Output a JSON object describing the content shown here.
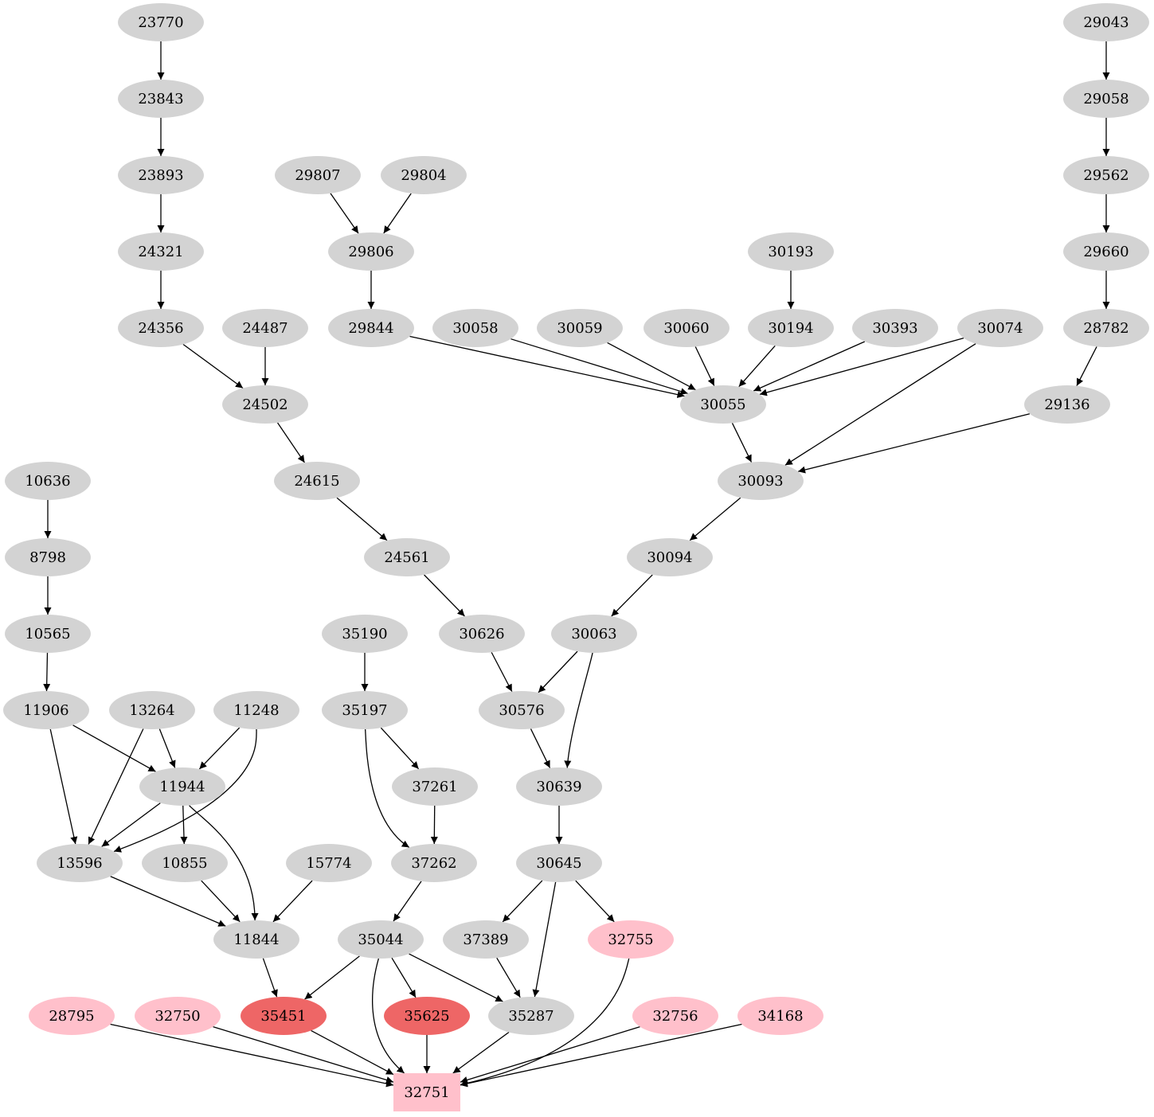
{
  "graph": {
    "type": "directed-graph",
    "colors": {
      "default": "#d3d3d3",
      "pink": "#ffc0cb",
      "red": "#ee6666",
      "edge": "#000000",
      "text": "#000000"
    },
    "nodes": [
      {
        "id": "23770",
        "label": "23770",
        "style": "default",
        "shape": "ellipse"
      },
      {
        "id": "23843",
        "label": "23843",
        "style": "default",
        "shape": "ellipse"
      },
      {
        "id": "23893",
        "label": "23893",
        "style": "default",
        "shape": "ellipse"
      },
      {
        "id": "24321",
        "label": "24321",
        "style": "default",
        "shape": "ellipse"
      },
      {
        "id": "24356",
        "label": "24356",
        "style": "default",
        "shape": "ellipse"
      },
      {
        "id": "24487",
        "label": "24487",
        "style": "default",
        "shape": "ellipse"
      },
      {
        "id": "24502",
        "label": "24502",
        "style": "default",
        "shape": "ellipse"
      },
      {
        "id": "24615",
        "label": "24615",
        "style": "default",
        "shape": "ellipse"
      },
      {
        "id": "24561",
        "label": "24561",
        "style": "default",
        "shape": "ellipse"
      },
      {
        "id": "29807",
        "label": "29807",
        "style": "default",
        "shape": "ellipse"
      },
      {
        "id": "29804",
        "label": "29804",
        "style": "default",
        "shape": "ellipse"
      },
      {
        "id": "29806",
        "label": "29806",
        "style": "default",
        "shape": "ellipse"
      },
      {
        "id": "29844",
        "label": "29844",
        "style": "default",
        "shape": "ellipse"
      },
      {
        "id": "30058",
        "label": "30058",
        "style": "default",
        "shape": "ellipse"
      },
      {
        "id": "30059",
        "label": "30059",
        "style": "default",
        "shape": "ellipse"
      },
      {
        "id": "30060",
        "label": "30060",
        "style": "default",
        "shape": "ellipse"
      },
      {
        "id": "30193",
        "label": "30193",
        "style": "default",
        "shape": "ellipse"
      },
      {
        "id": "30194",
        "label": "30194",
        "style": "default",
        "shape": "ellipse"
      },
      {
        "id": "30393",
        "label": "30393",
        "style": "default",
        "shape": "ellipse"
      },
      {
        "id": "30074",
        "label": "30074",
        "style": "default",
        "shape": "ellipse"
      },
      {
        "id": "30055",
        "label": "30055",
        "style": "default",
        "shape": "ellipse"
      },
      {
        "id": "29043",
        "label": "29043",
        "style": "default",
        "shape": "ellipse"
      },
      {
        "id": "29058",
        "label": "29058",
        "style": "default",
        "shape": "ellipse"
      },
      {
        "id": "29562",
        "label": "29562",
        "style": "default",
        "shape": "ellipse"
      },
      {
        "id": "29660",
        "label": "29660",
        "style": "default",
        "shape": "ellipse"
      },
      {
        "id": "28782",
        "label": "28782",
        "style": "default",
        "shape": "ellipse"
      },
      {
        "id": "29136",
        "label": "29136",
        "style": "default",
        "shape": "ellipse"
      },
      {
        "id": "30093",
        "label": "30093",
        "style": "default",
        "shape": "ellipse"
      },
      {
        "id": "30094",
        "label": "30094",
        "style": "default",
        "shape": "ellipse"
      },
      {
        "id": "30063",
        "label": "30063",
        "style": "default",
        "shape": "ellipse"
      },
      {
        "id": "30626",
        "label": "30626",
        "style": "default",
        "shape": "ellipse"
      },
      {
        "id": "30576",
        "label": "30576",
        "style": "default",
        "shape": "ellipse"
      },
      {
        "id": "30639",
        "label": "30639",
        "style": "default",
        "shape": "ellipse"
      },
      {
        "id": "30645",
        "label": "30645",
        "style": "default",
        "shape": "ellipse"
      },
      {
        "id": "10636",
        "label": "10636",
        "style": "default",
        "shape": "ellipse"
      },
      {
        "id": "8798",
        "label": "8798",
        "style": "default",
        "shape": "ellipse"
      },
      {
        "id": "10565",
        "label": "10565",
        "style": "default",
        "shape": "ellipse"
      },
      {
        "id": "11906",
        "label": "11906",
        "style": "default",
        "shape": "ellipse"
      },
      {
        "id": "13264",
        "label": "13264",
        "style": "default",
        "shape": "ellipse"
      },
      {
        "id": "11248",
        "label": "11248",
        "style": "default",
        "shape": "ellipse"
      },
      {
        "id": "11944",
        "label": "11944",
        "style": "default",
        "shape": "ellipse"
      },
      {
        "id": "13596",
        "label": "13596",
        "style": "default",
        "shape": "ellipse"
      },
      {
        "id": "10855",
        "label": "10855",
        "style": "default",
        "shape": "ellipse"
      },
      {
        "id": "15774",
        "label": "15774",
        "style": "default",
        "shape": "ellipse"
      },
      {
        "id": "11844",
        "label": "11844",
        "style": "default",
        "shape": "ellipse"
      },
      {
        "id": "35190",
        "label": "35190",
        "style": "default",
        "shape": "ellipse"
      },
      {
        "id": "35197",
        "label": "35197",
        "style": "default",
        "shape": "ellipse"
      },
      {
        "id": "37261",
        "label": "37261",
        "style": "default",
        "shape": "ellipse"
      },
      {
        "id": "37262",
        "label": "37262",
        "style": "default",
        "shape": "ellipse"
      },
      {
        "id": "35044",
        "label": "35044",
        "style": "default",
        "shape": "ellipse"
      },
      {
        "id": "37389",
        "label": "37389",
        "style": "default",
        "shape": "ellipse"
      },
      {
        "id": "32755",
        "label": "32755",
        "style": "pink",
        "shape": "ellipse"
      },
      {
        "id": "28795",
        "label": "28795",
        "style": "pink",
        "shape": "ellipse"
      },
      {
        "id": "32750",
        "label": "32750",
        "style": "pink",
        "shape": "ellipse"
      },
      {
        "id": "35451",
        "label": "35451",
        "style": "red",
        "shape": "ellipse"
      },
      {
        "id": "35625",
        "label": "35625",
        "style": "red",
        "shape": "ellipse"
      },
      {
        "id": "35287",
        "label": "35287",
        "style": "default",
        "shape": "ellipse"
      },
      {
        "id": "32756",
        "label": "32756",
        "style": "pink",
        "shape": "ellipse"
      },
      {
        "id": "34168",
        "label": "34168",
        "style": "pink",
        "shape": "ellipse"
      },
      {
        "id": "32751",
        "label": "32751",
        "style": "pink",
        "shape": "box"
      }
    ],
    "edges": [
      [
        "23770",
        "23843"
      ],
      [
        "23843",
        "23893"
      ],
      [
        "23893",
        "24321"
      ],
      [
        "24321",
        "24356"
      ],
      [
        "24356",
        "24502"
      ],
      [
        "24487",
        "24502"
      ],
      [
        "24502",
        "24615"
      ],
      [
        "24615",
        "24561"
      ],
      [
        "24561",
        "30626"
      ],
      [
        "29807",
        "29806"
      ],
      [
        "29804",
        "29806"
      ],
      [
        "29806",
        "29844"
      ],
      [
        "29844",
        "30055"
      ],
      [
        "30058",
        "30055"
      ],
      [
        "30059",
        "30055"
      ],
      [
        "30060",
        "30055"
      ],
      [
        "30193",
        "30194"
      ],
      [
        "30194",
        "30055"
      ],
      [
        "30393",
        "30055"
      ],
      [
        "30074",
        "30055"
      ],
      [
        "30074",
        "30093"
      ],
      [
        "30055",
        "30093"
      ],
      [
        "29043",
        "29058"
      ],
      [
        "29058",
        "29562"
      ],
      [
        "29562",
        "29660"
      ],
      [
        "29660",
        "28782"
      ],
      [
        "28782",
        "29136"
      ],
      [
        "29136",
        "30093"
      ],
      [
        "30093",
        "30094"
      ],
      [
        "30094",
        "30063"
      ],
      [
        "30063",
        "30576"
      ],
      [
        "30063",
        "30639"
      ],
      [
        "30626",
        "30576"
      ],
      [
        "30576",
        "30639"
      ],
      [
        "30639",
        "30645"
      ],
      [
        "30645",
        "37389"
      ],
      [
        "30645",
        "35287"
      ],
      [
        "30645",
        "32755"
      ],
      [
        "10636",
        "8798"
      ],
      [
        "8798",
        "10565"
      ],
      [
        "10565",
        "11906"
      ],
      [
        "11906",
        "11944"
      ],
      [
        "11906",
        "13596"
      ],
      [
        "13264",
        "11944"
      ],
      [
        "13264",
        "13596"
      ],
      [
        "11248",
        "11944"
      ],
      [
        "11248",
        "13596"
      ],
      [
        "11944",
        "13596"
      ],
      [
        "11944",
        "10855"
      ],
      [
        "11944",
        "11844"
      ],
      [
        "13596",
        "11844"
      ],
      [
        "10855",
        "11844"
      ],
      [
        "15774",
        "11844"
      ],
      [
        "11844",
        "35451"
      ],
      [
        "35190",
        "35197"
      ],
      [
        "35197",
        "37261"
      ],
      [
        "35197",
        "37262"
      ],
      [
        "37261",
        "37262"
      ],
      [
        "37262",
        "35044"
      ],
      [
        "35044",
        "35451"
      ],
      [
        "35044",
        "32751"
      ],
      [
        "35044",
        "35625"
      ],
      [
        "35044",
        "35287"
      ],
      [
        "37389",
        "35287"
      ],
      [
        "28795",
        "32751"
      ],
      [
        "32750",
        "32751"
      ],
      [
        "35451",
        "32751"
      ],
      [
        "35625",
        "32751"
      ],
      [
        "35287",
        "32751"
      ],
      [
        "32756",
        "32751"
      ],
      [
        "34168",
        "32751"
      ],
      [
        "32755",
        "32751"
      ]
    ]
  }
}
